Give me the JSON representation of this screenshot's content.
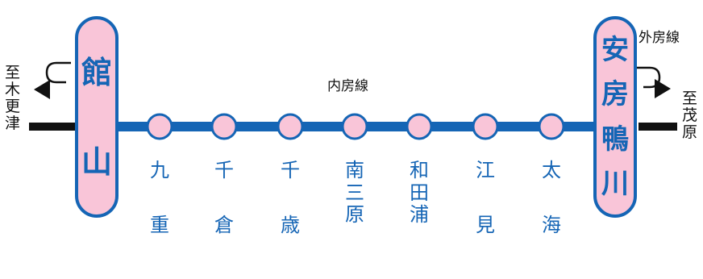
{
  "line": {
    "name": "内房線",
    "outer_name": "外房線",
    "colors": {
      "line": "#1565b5",
      "station_fill": "#f9c5d8",
      "through": "#111111"
    }
  },
  "left_direction": {
    "chars": [
      "至",
      "木",
      "更",
      "津"
    ],
    "icon": "arrow-left-icon"
  },
  "right_direction": {
    "chars": [
      "至",
      "茂",
      "原"
    ],
    "icon": "arrow-right-icon"
  },
  "terminals": {
    "left": {
      "chars": [
        "館",
        "山"
      ]
    },
    "right": {
      "chars": [
        "安",
        "房",
        "鴨",
        "川"
      ]
    }
  },
  "stations": [
    {
      "chars": [
        "九",
        "重"
      ]
    },
    {
      "chars": [
        "千",
        "倉"
      ]
    },
    {
      "chars": [
        "千",
        "歳"
      ]
    },
    {
      "chars": [
        "南",
        "三",
        "原"
      ]
    },
    {
      "chars": [
        "和",
        "田",
        "浦"
      ]
    },
    {
      "chars": [
        "江",
        "見"
      ]
    },
    {
      "chars": [
        "太",
        "海"
      ]
    }
  ]
}
